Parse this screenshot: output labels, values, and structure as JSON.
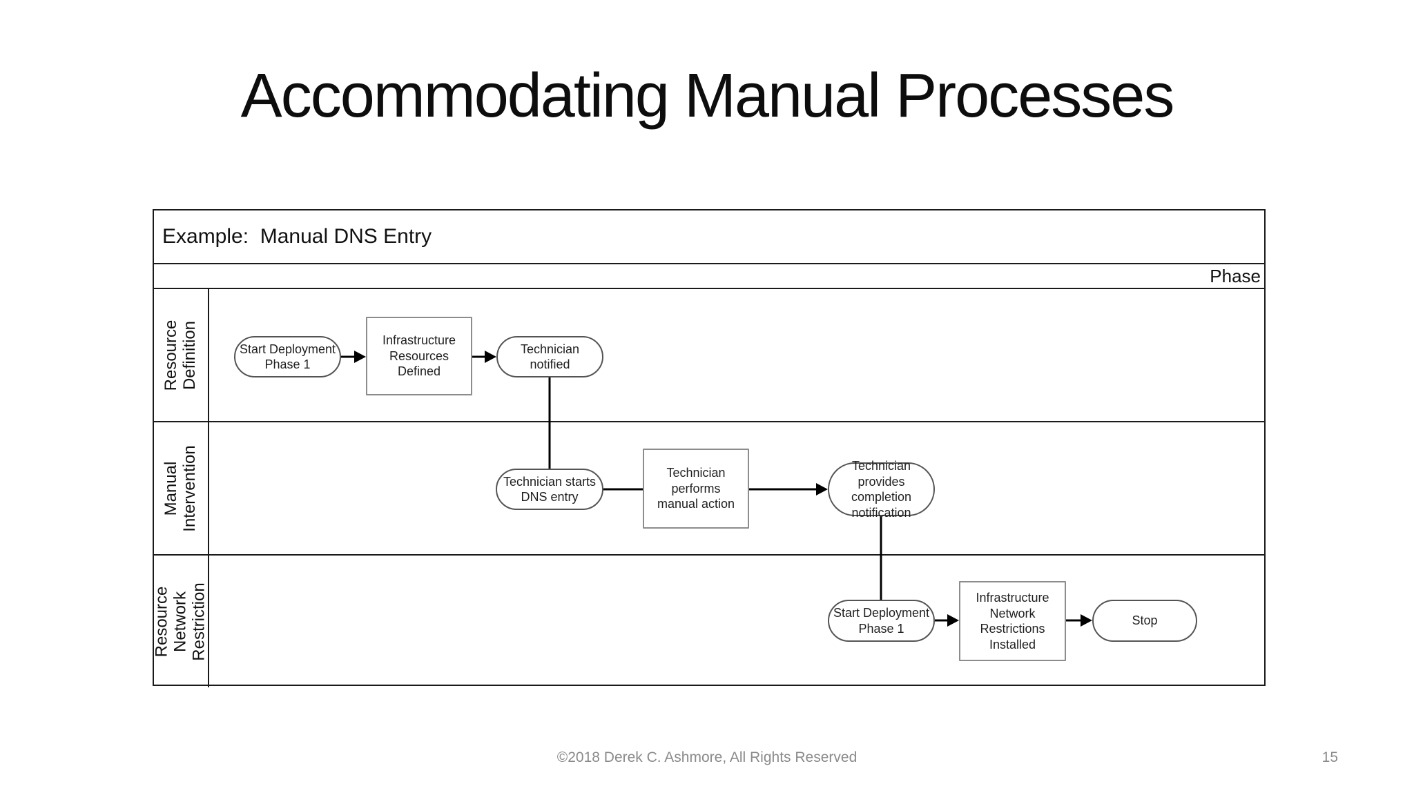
{
  "slide": {
    "title": "Accommodating Manual Processes",
    "footer": "©2018 Derek C. Ashmore, All Rights Reserved",
    "page_number": "15"
  },
  "diagram": {
    "header_label": "Example:  Manual DNS Entry",
    "phase_label": "Phase",
    "colors": {
      "grid_line": "#1a1a1a",
      "terminator_border": "#545454",
      "process_border": "#8c8c8c",
      "connector": "#000000",
      "muted_text": "#8a8a8a"
    },
    "lanes": [
      {
        "label": "Resource\nDefinition",
        "nodes": [
          {
            "shape": "terminator",
            "label": "Start Deployment\nPhase 1"
          },
          {
            "shape": "process",
            "label": "Infrastructure\nResources Defined"
          },
          {
            "shape": "terminator",
            "label": "Technician notified"
          }
        ]
      },
      {
        "label": "Manual\nIntervention",
        "nodes": [
          {
            "shape": "terminator",
            "label": "Technician starts\nDNS entry"
          },
          {
            "shape": "process",
            "label": "Technician performs\nmanual action"
          },
          {
            "shape": "terminator",
            "label": "Technician provides\ncompletion\nnotification"
          }
        ]
      },
      {
        "label": "Resource\nNetwork\nRestriction",
        "nodes": [
          {
            "shape": "terminator",
            "label": "Start Deployment\nPhase 1"
          },
          {
            "shape": "process",
            "label": "Infrastructure\nNetwork\nRestrictions Installed"
          },
          {
            "shape": "terminator",
            "label": "Stop"
          }
        ]
      }
    ]
  }
}
